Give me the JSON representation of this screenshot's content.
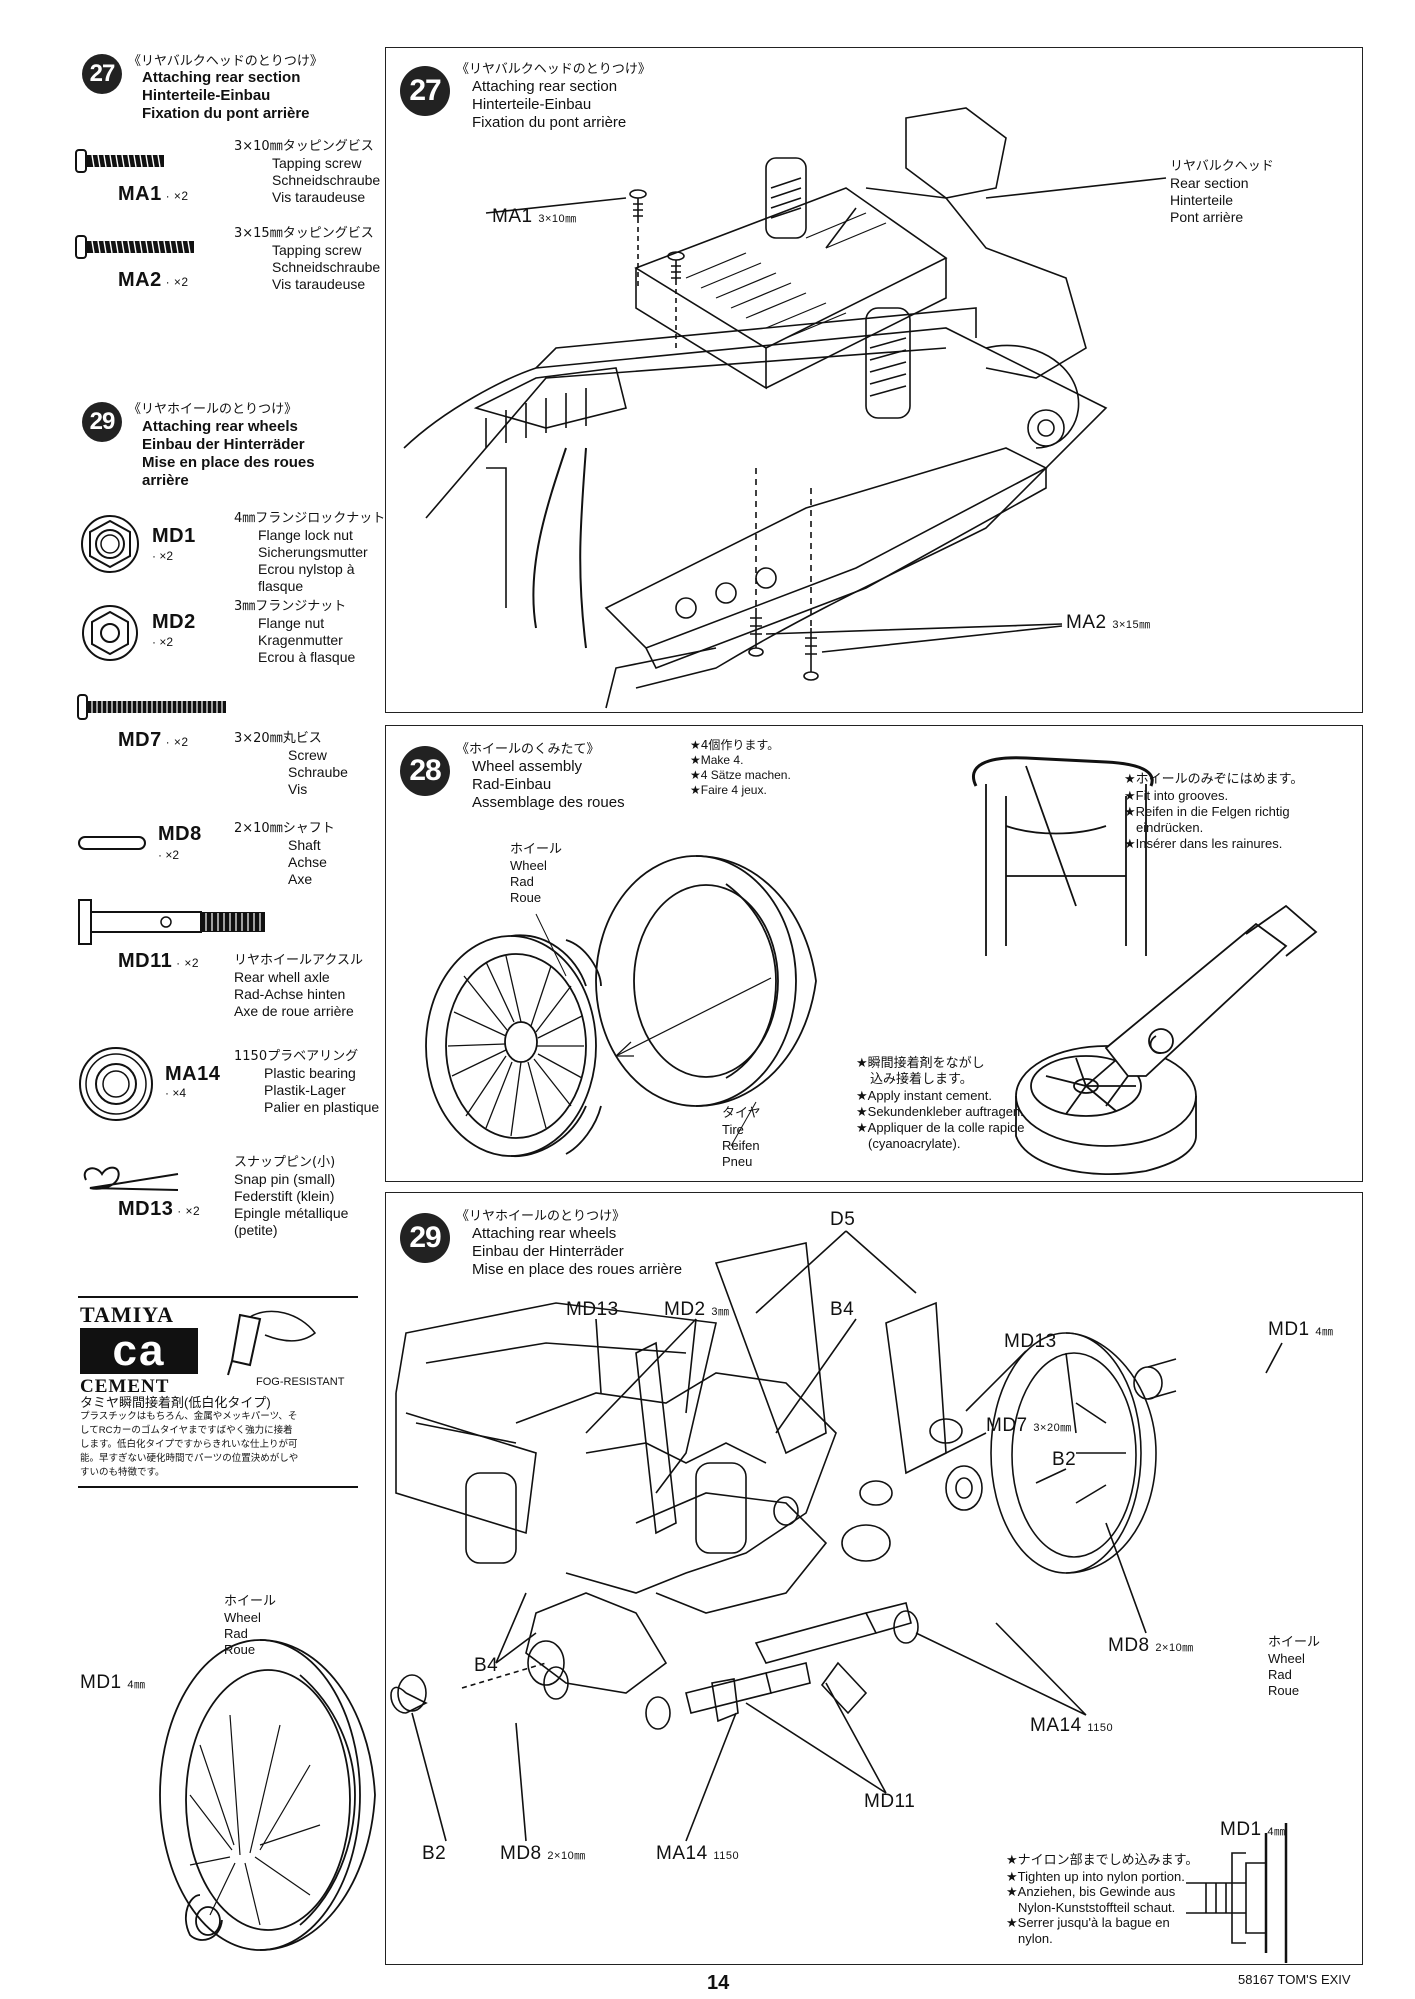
{
  "left_column": {
    "step27": {
      "number": "27",
      "jp": "《リヤバルクヘッドのとりつけ》",
      "en": "Attaching rear section",
      "de": "Hinterteile-Einbau",
      "fr": "Fixation du pont arrière"
    },
    "ma1": {
      "code": "MA1",
      "qty": "×2",
      "size_jp": "3×10㎜タッピングビス",
      "en": "Tapping screw",
      "de": "Schneidschraube",
      "fr": "Vis taraudeuse"
    },
    "ma2": {
      "code": "MA2",
      "qty": "×2",
      "size_jp": "3×15㎜タッピングビス",
      "en": "Tapping screw",
      "de": "Schneidschraube",
      "fr": "Vis taraudeuse"
    },
    "step29": {
      "number": "29",
      "jp": "《リヤホイールのとりつけ》",
      "en": "Attaching rear wheels",
      "de": "Einbau der Hinterräder",
      "fr1": "Mise en place des roues",
      "fr2": "arrière"
    },
    "md1": {
      "code": "MD1",
      "qty": "×2",
      "size_jp": "4㎜フランジロックナット",
      "en": "Flange lock nut",
      "de": "Sicherungsmutter",
      "fr1": "Ecrou nylstop à",
      "fr2": "flasque"
    },
    "md2": {
      "code": "MD2",
      "qty": "×2",
      "size_jp": "3㎜フランジナット",
      "en": "Flange nut",
      "de": "Kragenmutter",
      "fr": "Ecrou à flasque"
    },
    "md7": {
      "code": "MD7",
      "qty": "×2",
      "size_jp": "3×20㎜丸ビス",
      "en": "Screw",
      "de": "Schraube",
      "fr": "Vis"
    },
    "md8": {
      "code": "MD8",
      "qty": "×2",
      "size_jp": "2×10㎜シャフト",
      "en": "Shaft",
      "de": "Achse",
      "fr": "Axe"
    },
    "md11": {
      "code": "MD11",
      "qty": "×2",
      "size_jp": "リヤホイールアクスル",
      "en": "Rear whell axle",
      "de": "Rad-Achse hinten",
      "fr": "Axe de roue arrière"
    },
    "ma14": {
      "code": "MA14",
      "qty": "×4",
      "size_jp": "1150プラベアリング",
      "en": "Plastic bearing",
      "de": "Plastik-Lager",
      "fr": "Palier en plastique"
    },
    "md13": {
      "code": "MD13",
      "qty": "×2",
      "size_jp": "スナップピン(小)",
      "en": "Snap pin (small)",
      "de": "Federstift (klein)",
      "fr1": "Epingle métallique",
      "fr2": "(petite)"
    },
    "cement": {
      "brand": "TAMIYA",
      "logo": "ca",
      "word": "CEMENT",
      "tag": "FOG-RESISTANT",
      "jp_title": "タミヤ瞬間接着剤(低白化タイプ)",
      "jp1": "プラスチックはもちろん、金属やメッキパーツ、そ",
      "jp2": "してRCカーのゴムタイヤまですばやく強力に接着",
      "jp3": "します。低白化タイプですからきれいな仕上りが可",
      "jp4": "能。早すぎない硬化時間でパーツの位置決めがしや",
      "jp5": "すいのも特徴です。"
    }
  },
  "panel27": {
    "number": "27",
    "jp": "《リヤバルクヘッドのとりつけ》",
    "en": "Attaching rear section",
    "de": "Hinterteile-Einbau",
    "fr": "Fixation du pont arrière",
    "part_jp": "リヤバルクヘッド",
    "part_en": "Rear section",
    "part_de": "Hinterteile",
    "part_fr": "Pont arrière",
    "ma1": "MA1",
    "ma1_size": "3×10㎜",
    "ma2": "MA2",
    "ma2_size": "3×15㎜"
  },
  "panel28": {
    "number": "28",
    "jp": "《ホイールのくみたて》",
    "en": "Wheel assembly",
    "de": "Rad-Einbau",
    "fr": "Assemblage des roues",
    "make_jp": "★4個作ります。",
    "make_en": "★Make 4.",
    "make_de": "★4 Sätze machen.",
    "make_fr": "★Faire 4 jeux.",
    "wheel_jp": "ホイール",
    "wheel_en": "Wheel",
    "wheel_de": "Rad",
    "wheel_fr": "Roue",
    "tire_jp": "タイヤ",
    "tire_en": "Tire",
    "tire_de": "Reifen",
    "tire_fr": "Pneu",
    "groove_jp": "★ホイールのみぞにはめます。",
    "groove_en": "★Fit into grooves.",
    "groove_de1": "★Reifen in die Felgen richtig",
    "groove_de2": "eindrücken.",
    "groove_fr": "★Insérer dans les rainures.",
    "cement_jp1": "★瞬間接着剤をながし",
    "cement_jp2": "込み接着します。",
    "cement_en": "★Apply instant cement.",
    "cement_de": "★Sekundenkleber auftragen.",
    "cement_fr1": "★Appliquer de la colle rapide",
    "cement_fr2": "(cyanoacrylate)."
  },
  "panel29": {
    "number": "29",
    "jp": "《リヤホイールのとりつけ》",
    "en": "Attaching rear wheels",
    "de": "Einbau der Hinterräder",
    "fr": "Mise en place des roues arrière",
    "d5": "D5",
    "md13a": "MD13",
    "md2": "MD2",
    "md2_size": "3㎜",
    "b4a": "B4",
    "md13b": "MD13",
    "md1a": "MD1",
    "md1a_size": "4㎜",
    "md7": "MD7",
    "md7_size": "3×20㎜",
    "b2a": "B2",
    "md8a": "MD8",
    "md8a_size": "2×10㎜",
    "wheel_jp": "ホイール",
    "wheel_en": "Wheel",
    "wheel_de": "Rad",
    "wheel_fr": "Roue",
    "ma14a": "MA14",
    "ma14a_size": "1150",
    "b4b": "B4",
    "md11": "MD11",
    "b2b": "B2",
    "md8b": "MD8",
    "md8b_size": "2×10㎜",
    "ma14b": "MA14",
    "ma14b_size": "1150",
    "md1b": "MD1",
    "md1b_size": "4㎜",
    "md1c": "MD1",
    "md1c_size": "4㎜",
    "nylon_jp": "★ナイロン部までしめ込みます。",
    "nylon_en": "★Tighten up into nylon portion.",
    "nylon_de1": "★Anziehen, bis Gewinde aus",
    "nylon_de2": "Nylon-Kunststoffteil schaut.",
    "nylon_fr1": "★Serrer jusqu'à la bague en",
    "nylon_fr2": "nylon."
  },
  "footer": {
    "page": "14",
    "code": "58167 TOM'S EXIV"
  }
}
